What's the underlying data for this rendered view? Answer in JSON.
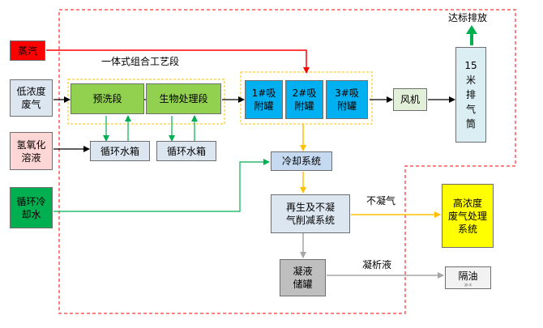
{
  "inputs": {
    "steam": "蒸汽",
    "low_conc_gas": "低浓度\n废气",
    "naoh": "氢氧化\n溶液",
    "cooling_water": "循环冷\n却水"
  },
  "zone_label": "一体式组合工艺段",
  "stages": {
    "prewash": "预洗段",
    "bio": "生物处理段"
  },
  "tanks": [
    "循环水箱",
    "循环水箱"
  ],
  "adsorbers": [
    "1#吸\n附罐",
    "2#吸\n附罐",
    "3#吸\n附罐"
  ],
  "fan": "风机",
  "stack": "15\n米\n排\n气\n筒",
  "discharge": "达标排放",
  "cooling_system": "冷却系统",
  "regen_system": "再生及不凝\n气削减系统",
  "noncondensable_label": "不凝气",
  "high_conc_system": "高浓度\n废气处理\n系统",
  "condensate_tank": "凝液\n储罐",
  "condensate_label": "凝析液",
  "oil_separator": "隔油",
  "oil_separator_sub": "油-水",
  "colors": {
    "steam": "#ff0000",
    "green_box": "#92d050",
    "blue_box": "#00b0f0",
    "light_blue": "#dce6f1",
    "mid_blue": "#c5d9f1",
    "dark_green": "#00b050",
    "pink": "#ffd6d6",
    "yellow": "#ffff00",
    "arrow_red": "#ff0000",
    "arrow_green": "#00b050",
    "arrow_orange": "#ffc000",
    "arrow_gray": "#a6a6a6",
    "arrow_black": "#000000",
    "dash_red": "#ff0000",
    "dash_orange": "#ffc000"
  }
}
